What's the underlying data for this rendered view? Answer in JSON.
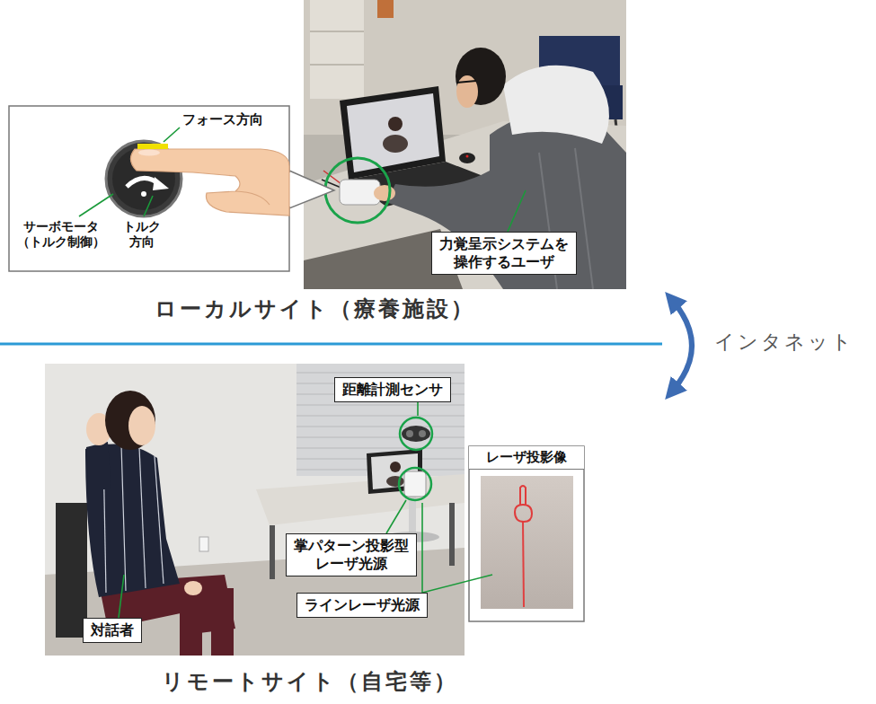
{
  "diagram": {
    "nodes": [
      {
        "text": [
          "力覚呈示システムを 操作するユーザ"
        ]
      },
      {
        "text": [
          "距離計測センサ"
        ]
      },
      {
        "text": [
          "レーザ投影像"
        ]
      },
      {
        "text": [
          "掌パターン投影型 レーザ光源"
        ]
      },
      {
        "text": [
          "ラインレーザ光源"
        ]
      },
      {
        "text": [
          "対話者"
        ]
      }
    ],
    "labels": [
      "フォース方向",
      "サーボモータ （トルク制御）",
      "トルク 方向",
      "ローカルサイト（療養施設）",
      "インタネット",
      "リモートサイト（自宅等）"
    ]
  }
}
